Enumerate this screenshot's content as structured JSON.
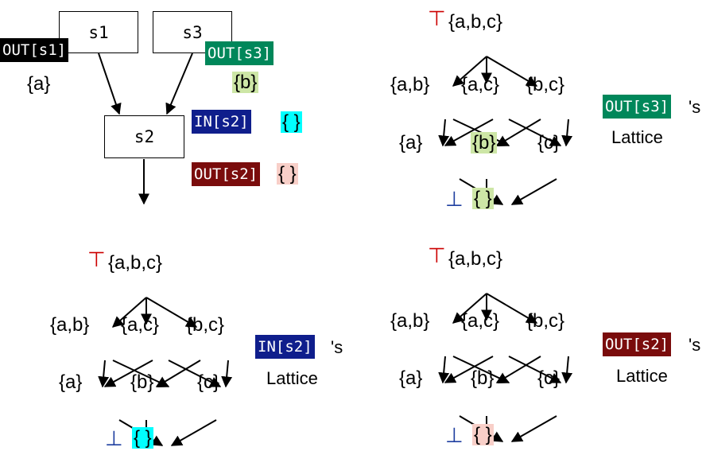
{
  "colors": {
    "out_s1": "#000000",
    "out_s3": "#00875a",
    "in_s2": "#0f1e8c",
    "out_s2": "#7a0c0c",
    "hl_cyan": "#00ffff",
    "hl_green": "#cde6a6",
    "hl_pink": "#f8cfc8",
    "top_red": "#cc0000",
    "bottom_blue": "#1f3fa0"
  },
  "cfg": {
    "nodes": {
      "s1": "s1",
      "s2": "s2",
      "s3": "s3"
    },
    "tags": {
      "out_s1": "OUT[s1]",
      "out_s3": "OUT[s3]",
      "in_s2": "IN[s2]",
      "out_s2": "OUT[s2]"
    },
    "values": {
      "out_s1": "{a}",
      "out_s3": "{b}",
      "in_s2": "{ }",
      "out_s2": "{ }"
    }
  },
  "lattice": {
    "top_symbol": "⊤",
    "bottom_symbol": "⊥",
    "top": "{a,b,c}",
    "pairs": [
      "{a,b}",
      "{a,c}",
      "{b,c}"
    ],
    "singles": [
      "{a}",
      "{b}",
      "{c}"
    ],
    "bottom": "{ }",
    "suffix": "'s",
    "caption": "Lattice"
  }
}
